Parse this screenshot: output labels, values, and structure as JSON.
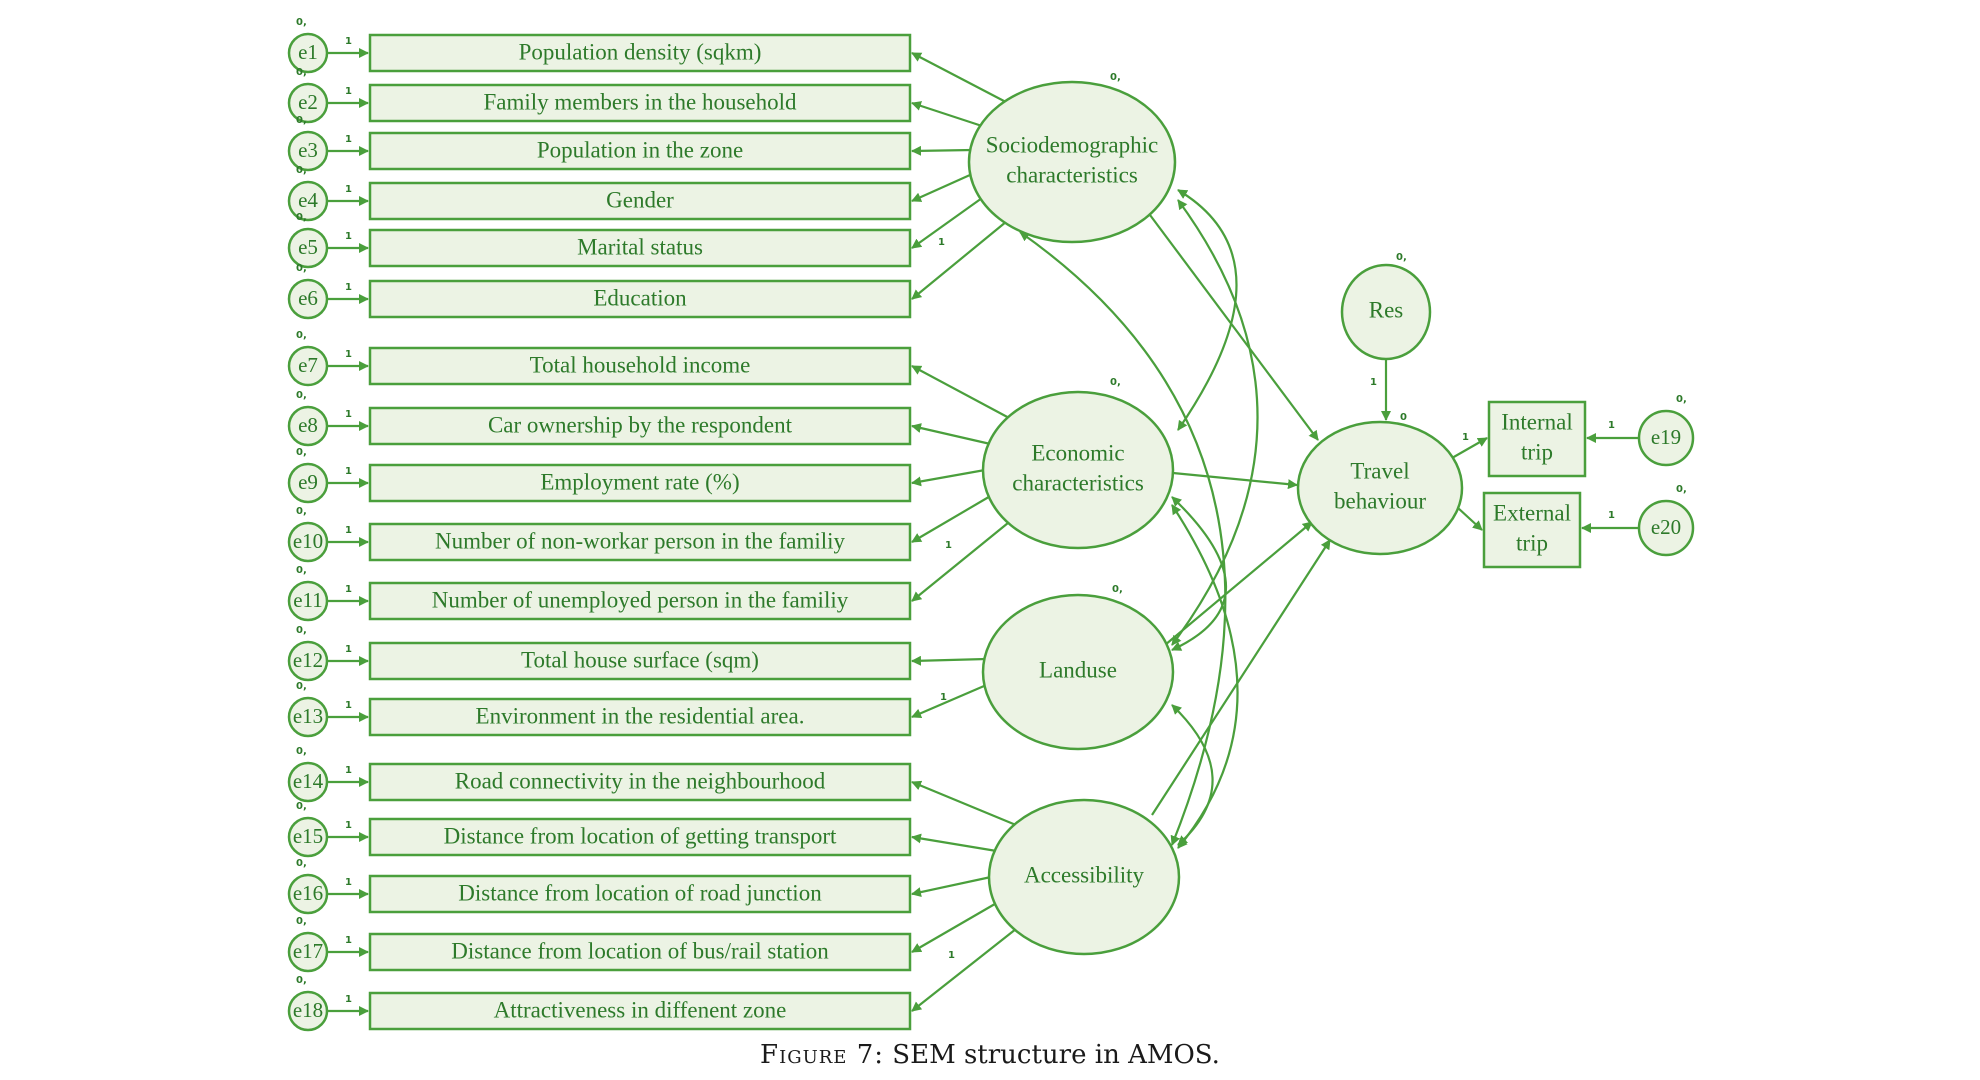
{
  "colors": {
    "stroke": "#4a9f3c",
    "fill": "#ecf3e4",
    "text": "#2d7a2a",
    "caption": "#1a1a1a"
  },
  "caption": {
    "figure_label": "Figure 7:",
    "text": "SEM structure in AMOS."
  },
  "observed": [
    {
      "err": "e1",
      "label": "Population density (sqkm)"
    },
    {
      "err": "e2",
      "label": "Family members in the household"
    },
    {
      "err": "e3",
      "label": "Population in the zone"
    },
    {
      "err": "e4",
      "label": "Gender"
    },
    {
      "err": "e5",
      "label": "Marital status"
    },
    {
      "err": "e6",
      "label": "Education"
    },
    {
      "err": "e7",
      "label": "Total household income"
    },
    {
      "err": "e8",
      "label": "Car ownership by the respondent"
    },
    {
      "err": "e9",
      "label": "Employment rate (%)"
    },
    {
      "err": "e10",
      "label": "Number of non-workar person in the familiy"
    },
    {
      "err": "e11",
      "label": "Number of unemployed person in the familiy"
    },
    {
      "err": "e12",
      "label": "Total house surface (sqm)"
    },
    {
      "err": "e13",
      "label": "Environment in the residential area."
    },
    {
      "err": "e14",
      "label": "Road connectivity in the neighbourhood"
    },
    {
      "err": "e15",
      "label": "Distance from location of getting transport"
    },
    {
      "err": "e16",
      "label": "Distance from location of road junction"
    },
    {
      "err": "e17",
      "label": "Distance from location of bus/rail station"
    },
    {
      "err": "e18",
      "label": "Attractiveness in diffenent zone"
    }
  ],
  "latents": {
    "socio": {
      "line1": "Sociodemographic",
      "line2": "characteristics"
    },
    "econ": {
      "line1": "Economic",
      "line2": "characteristics"
    },
    "land": {
      "line1": "Landuse",
      "line2": ""
    },
    "access": {
      "line1": "Accessibility",
      "line2": ""
    },
    "travel": {
      "line1": "Travel",
      "line2": "behaviour"
    },
    "res": {
      "line1": "Res",
      "line2": ""
    }
  },
  "outcomes": [
    {
      "err": "e19",
      "line1": "Internal",
      "line2": "trip"
    },
    {
      "err": "e20",
      "line1": "External",
      "line2": "trip"
    }
  ],
  "param_labels": {
    "variance": "0,",
    "weight": "1",
    "travel_variance": "0"
  }
}
